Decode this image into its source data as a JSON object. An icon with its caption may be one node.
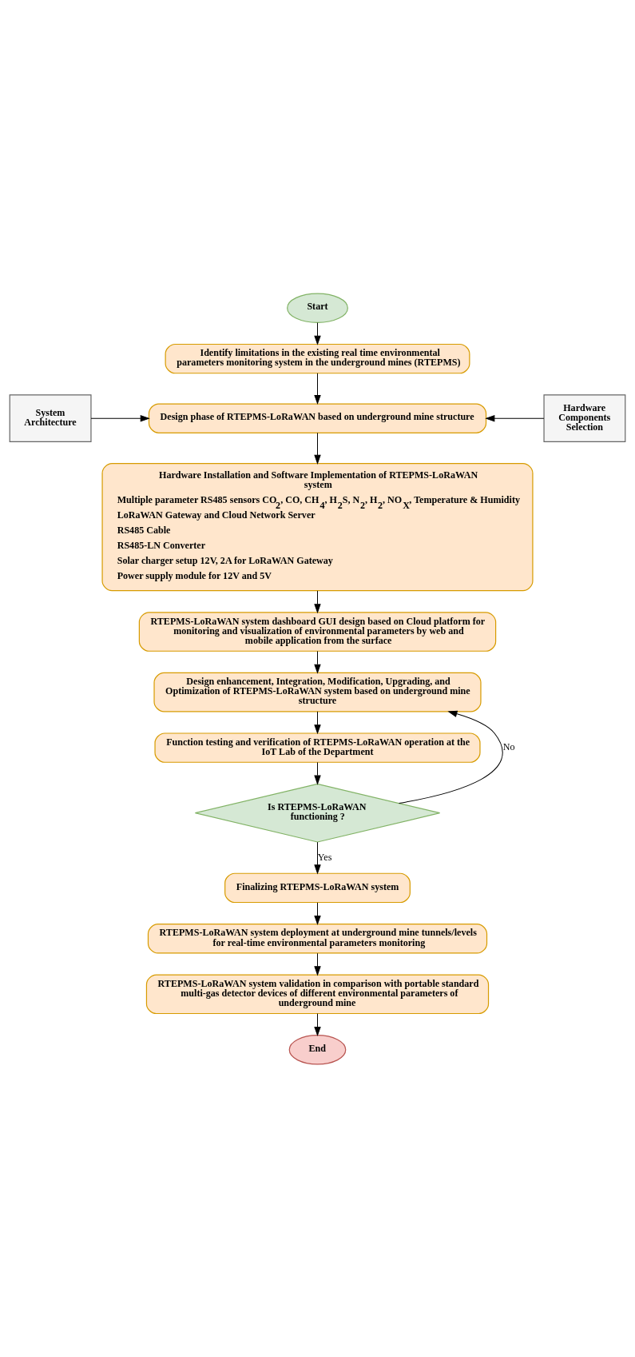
{
  "diagram": {
    "nodes": [
      {
        "text": [
          "Start"
        ]
      },
      {
        "text": [
          "Identify limitations in the existing real time environmental parameters monitoring system in the underground mines (RTEPMS)"
        ]
      },
      {
        "text": [
          "System Architecture"
        ]
      },
      {
        "text": [
          "Design phase of RTEPMS-LoRaWAN based on underground mine structure"
        ]
      },
      {
        "text": [
          "Hardware Components Selection"
        ]
      },
      {
        "text": [
          "Hardware Installation and Software Implementation of RTEPMS-LoRaWAN system",
          "Multiple parameter RS485 sensors CO$_{2}$, CO, CH$_{4}$, H$_{2}$S, N$_{2}$, H$_{2}$, NO$_{X}$, Temperature & Humidity",
          "LoRaWAN Gateway and Cloud Network Server",
          "RS485 Cable",
          "RS485-LN Converter",
          "Solar charger setup 12V, 2A for LoRaWAN Gateway",
          "Power supply module for 12V and 5V"
        ]
      },
      {
        "text": [
          "RTEPMS-LoRaWAN system dashboard GUI design based on Cloud platform for monitoring and visualization of environmental parameters by web and mobile application from the surface"
        ]
      },
      {
        "text": [
          "Design enhancement, Integration, Modification, Upgrading, and Optimization of RTEPMS-LoRaWAN system based on underground mine structure"
        ]
      },
      {
        "text": [
          "Function testing and verification of RTEPMS-LoRaWAN operation at the IoT Lab of the Department"
        ]
      },
      {
        "text": [
          "Is RTEPMS-LoRaWAN functioning ?"
        ]
      },
      {
        "text": [
          "Finalizing RTEPMS-LoRaWAN system"
        ]
      },
      {
        "text": [
          "RTEPMS-LoRaWAN system deployment at underground mine tunnels/levels for real-time environmental parameters monitoring"
        ]
      },
      {
        "text": [
          "RTEPMS-LoRaWAN system validation in comparison with portable standard multi-gas detector devices of different environmental parameters of underground mine"
        ]
      },
      {
        "text": [
          "End"
        ]
      }
    ],
    "edges": [
      {
        "from": 0,
        "to": 1,
        "arrow": "to"
      },
      {
        "from": 1,
        "to": 3,
        "arrow": "to"
      },
      {
        "from": 2,
        "to": 3,
        "arrow": "to"
      },
      {
        "from": 4,
        "to": 3,
        "arrow": "to"
      },
      {
        "from": 3,
        "to": 5,
        "arrow": "to"
      },
      {
        "from": 5,
        "to": 6,
        "arrow": "to"
      },
      {
        "from": 6,
        "to": 7,
        "arrow": "to"
      },
      {
        "from": 7,
        "to": 8,
        "arrow": "to"
      },
      {
        "from": 8,
        "to": 9,
        "arrow": "to"
      },
      {
        "from": 9,
        "to": 7,
        "arrow": "to",
        "label": "No"
      },
      {
        "from": 9,
        "to": 10,
        "arrow": "to",
        "label": "Yes"
      },
      {
        "from": 10,
        "to": 11,
        "arrow": "to"
      },
      {
        "from": 11,
        "to": 12,
        "arrow": "to"
      },
      {
        "from": 12,
        "to": 13,
        "arrow": "to"
      }
    ]
  }
}
